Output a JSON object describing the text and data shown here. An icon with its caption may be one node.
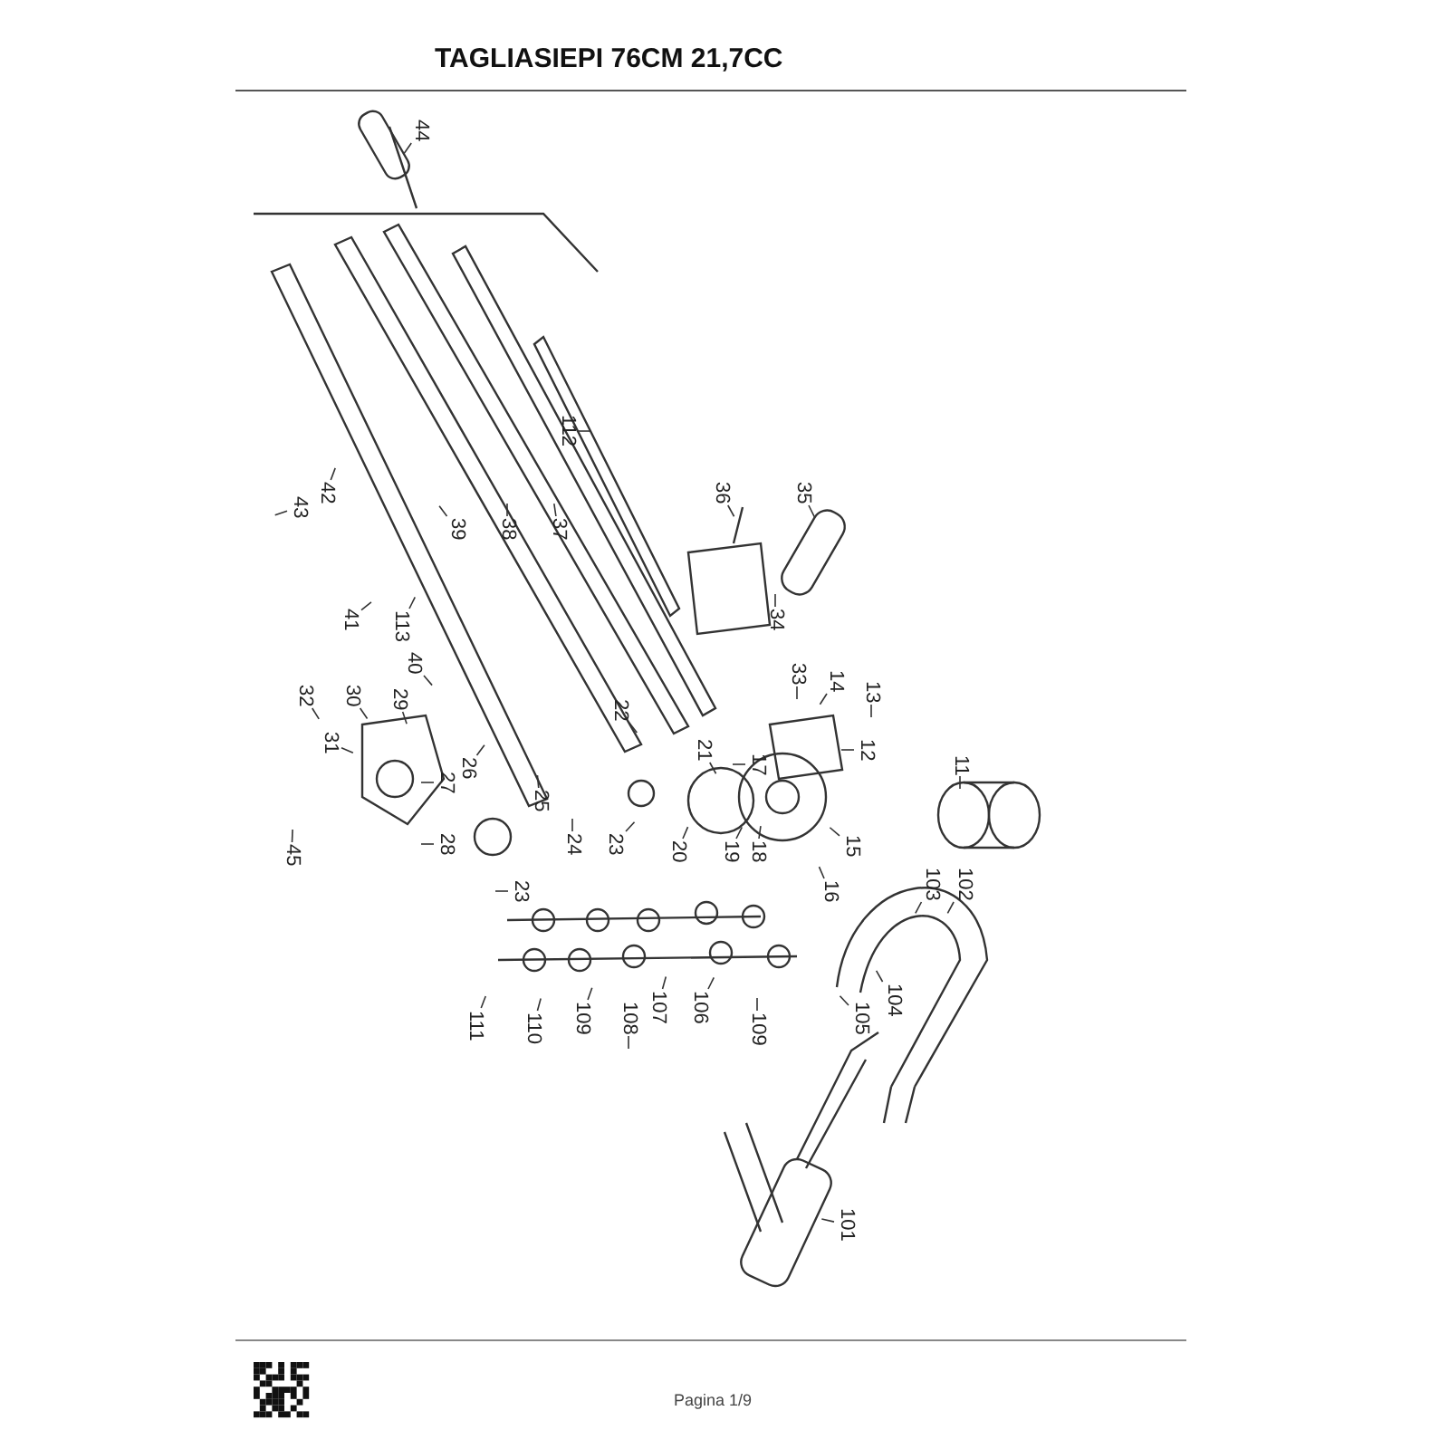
{
  "diagram": {
    "title": "TAGLIASIEPI 76CM 21,7CC",
    "nodes": [
      {
        "text": [
          "44"
        ]
      },
      {
        "text": [
          "112"
        ]
      },
      {
        "text": [
          "36"
        ]
      },
      {
        "text": [
          "35"
        ]
      },
      {
        "text": [
          "42"
        ]
      },
      {
        "text": [
          "43"
        ]
      },
      {
        "text": [
          "39"
        ]
      },
      {
        "text": [
          "38"
        ]
      },
      {
        "text": [
          "37"
        ]
      },
      {
        "text": [
          "34"
        ]
      },
      {
        "text": [
          "41"
        ]
      },
      {
        "text": [
          "113"
        ]
      },
      {
        "text": [
          "33"
        ]
      },
      {
        "text": [
          "40"
        ]
      },
      {
        "text": [
          "14"
        ]
      },
      {
        "text": [
          "13"
        ]
      },
      {
        "text": [
          "32"
        ]
      },
      {
        "text": [
          "30"
        ]
      },
      {
        "text": [
          "29"
        ]
      },
      {
        "text": [
          "22"
        ]
      },
      {
        "text": [
          "31"
        ]
      },
      {
        "text": [
          "21"
        ]
      },
      {
        "text": [
          "17"
        ]
      },
      {
        "text": [
          "12"
        ]
      },
      {
        "text": [
          "11"
        ]
      },
      {
        "text": [
          "26"
        ]
      },
      {
        "text": [
          "27"
        ]
      },
      {
        "text": [
          "25"
        ]
      },
      {
        "text": [
          "28"
        ]
      },
      {
        "text": [
          "24"
        ]
      },
      {
        "text": [
          "23"
        ]
      },
      {
        "text": [
          "20"
        ]
      },
      {
        "text": [
          "19"
        ]
      },
      {
        "text": [
          "18"
        ]
      },
      {
        "text": [
          "15"
        ]
      },
      {
        "text": [
          "45"
        ]
      },
      {
        "text": [
          "23"
        ]
      },
      {
        "text": [
          "16"
        ]
      },
      {
        "text": [
          "103"
        ]
      },
      {
        "text": [
          "102"
        ]
      },
      {
        "text": [
          "106"
        ]
      },
      {
        "text": [
          "107"
        ]
      },
      {
        "text": [
          "108"
        ]
      },
      {
        "text": [
          "109"
        ]
      },
      {
        "text": [
          "104"
        ]
      },
      {
        "text": [
          "105"
        ]
      },
      {
        "text": [
          "111"
        ]
      },
      {
        "text": [
          "110"
        ]
      },
      {
        "text": [
          "109"
        ]
      },
      {
        "text": [
          "101"
        ]
      }
    ],
    "edges": [
      {
        "from": 0,
        "to": null,
        "arrow": "none"
      },
      {
        "from": 1,
        "to": null,
        "arrow": "none"
      },
      {
        "from": 2,
        "to": null,
        "arrow": "none"
      },
      {
        "from": 3,
        "to": null,
        "arrow": "none"
      },
      {
        "from": 4,
        "to": null,
        "arrow": "none"
      },
      {
        "from": 5,
        "to": null,
        "arrow": "none"
      },
      {
        "from": 6,
        "to": null,
        "arrow": "none"
      },
      {
        "from": 7,
        "to": null,
        "arrow": "none"
      },
      {
        "from": 8,
        "to": null,
        "arrow": "none"
      },
      {
        "from": 9,
        "to": null,
        "arrow": "none"
      },
      {
        "from": 10,
        "to": null,
        "arrow": "none"
      },
      {
        "from": 11,
        "to": null,
        "arrow": "none"
      },
      {
        "from": 12,
        "to": null,
        "arrow": "none"
      },
      {
        "from": 13,
        "to": null,
        "arrow": "none"
      },
      {
        "from": 14,
        "to": null,
        "arrow": "none"
      },
      {
        "from": 15,
        "to": null,
        "arrow": "none"
      },
      {
        "from": 16,
        "to": null,
        "arrow": "none"
      },
      {
        "from": 17,
        "to": null,
        "arrow": "none"
      },
      {
        "from": 18,
        "to": null,
        "arrow": "none"
      },
      {
        "from": 19,
        "to": null,
        "arrow": "none"
      },
      {
        "from": 20,
        "to": null,
        "arrow": "none"
      },
      {
        "from": 21,
        "to": null,
        "arrow": "none"
      },
      {
        "from": 22,
        "to": null,
        "arrow": "none"
      },
      {
        "from": 23,
        "to": null,
        "arrow": "none"
      },
      {
        "from": 24,
        "to": null,
        "arrow": "none"
      },
      {
        "from": 25,
        "to": null,
        "arrow": "none"
      },
      {
        "from": 26,
        "to": null,
        "arrow": "none"
      },
      {
        "from": 27,
        "to": null,
        "arrow": "none"
      },
      {
        "from": 28,
        "to": null,
        "arrow": "none"
      },
      {
        "from": 29,
        "to": null,
        "arrow": "none"
      },
      {
        "from": 30,
        "to": null,
        "arrow": "none"
      },
      {
        "from": 31,
        "to": null,
        "arrow": "none"
      },
      {
        "from": 32,
        "to": null,
        "arrow": "none"
      },
      {
        "from": 33,
        "to": null,
        "arrow": "none"
      },
      {
        "from": 34,
        "to": null,
        "arrow": "none"
      },
      {
        "from": 35,
        "to": null,
        "arrow": "none"
      },
      {
        "from": 36,
        "to": null,
        "arrow": "none"
      },
      {
        "from": 37,
        "to": null,
        "arrow": "none"
      },
      {
        "from": 38,
        "to": null,
        "arrow": "none"
      },
      {
        "from": 39,
        "to": null,
        "arrow": "none"
      },
      {
        "from": 40,
        "to": null,
        "arrow": "none"
      },
      {
        "from": 41,
        "to": null,
        "arrow": "none"
      },
      {
        "from": 42,
        "to": null,
        "arrow": "none"
      },
      {
        "from": 43,
        "to": null,
        "arrow": "none"
      },
      {
        "from": 44,
        "to": null,
        "arrow": "none"
      },
      {
        "from": 45,
        "to": null,
        "arrow": "none"
      },
      {
        "from": 46,
        "to": null,
        "arrow": "none"
      },
      {
        "from": 47,
        "to": null,
        "arrow": "none"
      },
      {
        "from": 48,
        "to": null,
        "arrow": "none"
      },
      {
        "from": 49,
        "to": null,
        "arrow": "none"
      }
    ],
    "labels": [
      "Pagina 1/9"
    ]
  }
}
